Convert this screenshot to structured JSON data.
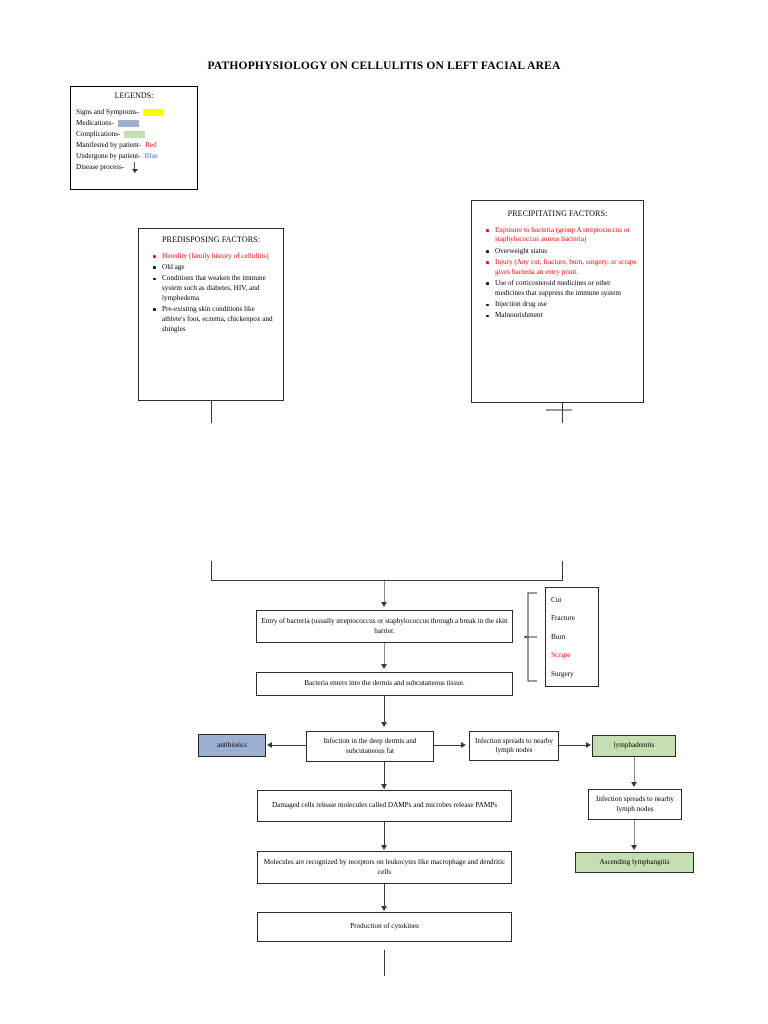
{
  "title": "PATHOPHYSIOLOGY ON CELLULITIS ON LEFT FACIAL AREA",
  "legend": {
    "heading": "LEGENDS:",
    "rows": [
      {
        "label": "Signs and Symptoms-",
        "type": "swatch",
        "color": "#ffff00"
      },
      {
        "label": "Medications-",
        "type": "swatch",
        "color": "#9db0d4"
      },
      {
        "label": "Complications-",
        "type": "swatch",
        "color": "#c5dfb3"
      },
      {
        "label": "Manifested by patient-",
        "type": "word",
        "word": "Red",
        "color": "#ff0000"
      },
      {
        "label": "Undergone by patient-",
        "type": "word",
        "word": "Blue",
        "color": "#4472c4"
      },
      {
        "label": "Disease process-",
        "type": "arrow",
        "color": "#333333"
      }
    ]
  },
  "predisposing": {
    "title": "PREDISPOSING FACTORS:",
    "items": [
      {
        "text": "Heredity (family history of cellulitis)",
        "color": "red"
      },
      {
        "text": "Old age",
        "color": "black"
      },
      {
        "text": "Conditions that weaken the immune system such as diabetes, HIV, and lymphedema",
        "color": "black"
      },
      {
        "text": "Pre-existing skin conditions like athlete's foot, eczema, chickenpox and shingles",
        "color": "black"
      }
    ]
  },
  "precipitating": {
    "title": "PRECIPITATING FACTORS:",
    "items": [
      {
        "text": "Exposure to bacteria (group A streptococcus or staphylococcus aureus bacteria)",
        "color": "red"
      },
      {
        "text": "Overweight status",
        "color": "black"
      },
      {
        "text": "Injury (Any cut, fracture, burn, surgery, or scrape gives bacteria an entry point.",
        "color": "red"
      },
      {
        "text": "Use of corticosteroid medicines or other medicines that suppress the immune system",
        "color": "black"
      },
      {
        "text": "Injection drug use",
        "color": "black"
      },
      {
        "text": "Malnourishment",
        "color": "black"
      }
    ]
  },
  "flow": {
    "entry_of_bacteria": "Entry of bacteria (usually streptococcus or staphylococcus through a break in the skin barrier.",
    "bacteria_dermis": "Bacteria enters into the dermis and subcutaneous tissue.",
    "infection_deep_dermis": "Infection in the deep dermis and subcutaneous fat",
    "antibiotics": "antibiotics",
    "infection_spreads_1": "Infection spreads to nearby lymph nodes",
    "lymphadenitis": "lymphadenitis",
    "infection_spreads_2": "Infection spreads to nearby lymph nodes",
    "ascending_lymphangitis": "Ascending lymphangitis",
    "damps_pamps": "Damaged cells release molecules called DAMPs and microbes release PAMPs",
    "molecules_recognized": "Molecules are recognized by receptors on leukocytes like macrophage and dendritic cells",
    "production_of_cytokines": "Production of cytokines"
  },
  "injury_types": {
    "items": [
      {
        "text": "Cut",
        "color": "black"
      },
      {
        "text": "Fracture",
        "color": "black"
      },
      {
        "text": "Burn",
        "color": "black"
      },
      {
        "text": "Scrape",
        "color": "red"
      },
      {
        "text": "Surgery",
        "color": "black"
      }
    ]
  },
  "colors": {
    "medication_blue": "#9db0d4",
    "complication_green": "#c5dfb3",
    "symptom_yellow": "#ffff00",
    "manifested_red": "#ff0000",
    "undergone_blue": "#4472c4"
  }
}
